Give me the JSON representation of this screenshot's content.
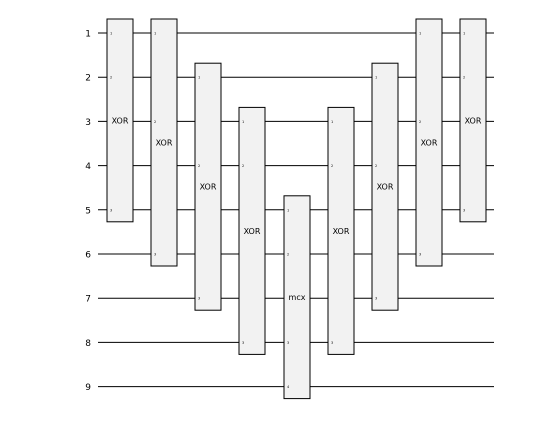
{
  "wires": [
    "1",
    "2",
    "3",
    "4",
    "5",
    "6",
    "7",
    "8",
    "9"
  ],
  "gates": [
    {
      "label": "XOR",
      "qubits": [
        1,
        2,
        5
      ],
      "pins": [
        "1",
        "2",
        "3"
      ]
    },
    {
      "label": "XOR",
      "qubits": [
        1,
        3,
        6
      ],
      "pins": [
        "1",
        "2",
        "3"
      ]
    },
    {
      "label": "XOR",
      "qubits": [
        2,
        4,
        7
      ],
      "pins": [
        "1",
        "2",
        "3"
      ]
    },
    {
      "label": "XOR",
      "qubits": [
        3,
        4,
        8
      ],
      "pins": [
        "1",
        "2",
        "3"
      ]
    },
    {
      "label": "mcx",
      "qubits": [
        5,
        6,
        8,
        9
      ],
      "pins": [
        "1",
        "2",
        "3",
        "4"
      ]
    },
    {
      "label": "XOR",
      "qubits": [
        3,
        4,
        8
      ],
      "pins": [
        "1",
        "2",
        "3"
      ]
    },
    {
      "label": "XOR",
      "qubits": [
        2,
        4,
        7
      ],
      "pins": [
        "1",
        "2",
        "3"
      ]
    },
    {
      "label": "XOR",
      "qubits": [
        1,
        3,
        6
      ],
      "pins": [
        "1",
        "2",
        "3"
      ]
    },
    {
      "label": "XOR",
      "qubits": [
        1,
        2,
        5
      ],
      "pins": [
        "1",
        "2",
        "3"
      ]
    }
  ],
  "colors": {
    "wire": "#000000",
    "gate_fill": "#f2f2f2",
    "gate_stroke": "#000000",
    "text": "#000000"
  }
}
